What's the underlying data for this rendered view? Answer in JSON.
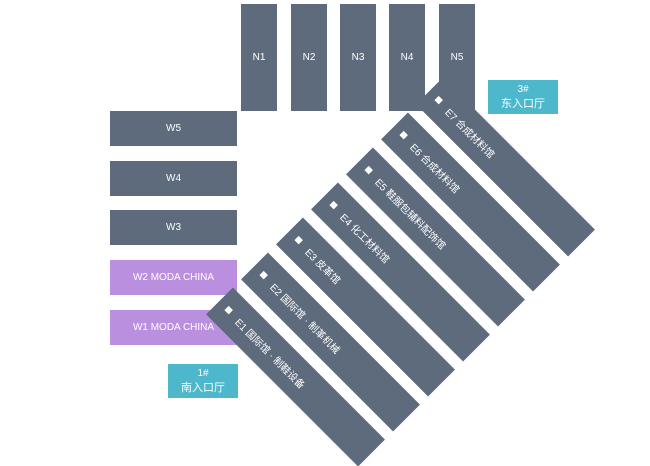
{
  "north_halls": [
    {
      "label": "N1"
    },
    {
      "label": "N2"
    },
    {
      "label": "N3"
    },
    {
      "label": "N4"
    },
    {
      "label": "N5"
    }
  ],
  "west_halls": [
    {
      "label": "W5",
      "color": "#5e6b7d"
    },
    {
      "label": "W4",
      "color": "#5e6b7d"
    },
    {
      "label": "W3",
      "color": "#5e6b7d"
    },
    {
      "label": "W2 MODA CHINA",
      "color": "#bb8fe0"
    },
    {
      "label": "W1 MODA CHINA",
      "color": "#bb8fe0"
    }
  ],
  "east_halls": [
    {
      "label": "E1 国际馆 · 制鞋设备"
    },
    {
      "label": "E2 国际馆 · 制革机械"
    },
    {
      "label": "E3 皮革馆"
    },
    {
      "label": "E4 化工材料馆"
    },
    {
      "label": "E5 鞋服包辅料配饰馆"
    },
    {
      "label": "E6 合成材料馆"
    },
    {
      "label": "E7 合成材料馆"
    }
  ],
  "gates": {
    "east": {
      "number": "3#",
      "label": "东入口厅"
    },
    "south": {
      "number": "1#",
      "label": "南入口厅"
    }
  },
  "colors": {
    "hall": "#5e6b7d",
    "moda": "#bb8fe0",
    "gate": "#4db8cc"
  }
}
